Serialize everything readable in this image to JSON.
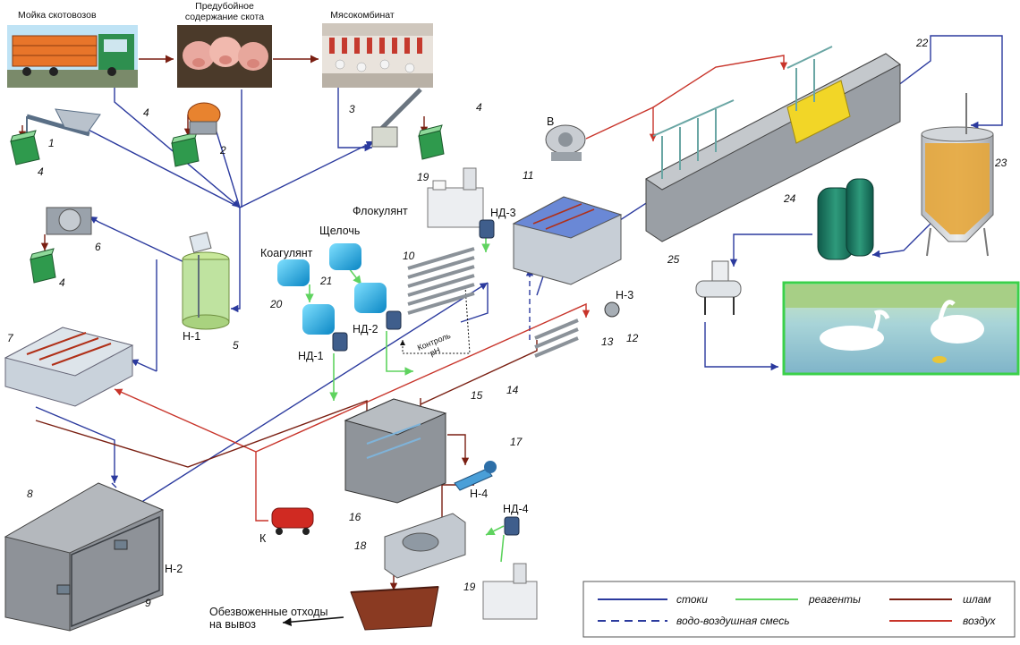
{
  "photos": {
    "truck_wash": "Мойка скотовозов",
    "pre_slaughter_line1": "Предубойное",
    "pre_slaughter_line2": "содержание скота",
    "meat_plant": "Мясокомбинат"
  },
  "chemicals": {
    "coagulant": "Коагулянт",
    "alkali": "Щелочь",
    "flocculant": "Флокулянт",
    "ph_control_line1": "Контроль",
    "ph_control_line2": "pH"
  },
  "equipment_tags": {
    "n1": "Н-1",
    "n2": "Н-2",
    "n3": "Н-3",
    "n4": "Н-4",
    "nd1": "НД-1",
    "nd2": "НД-2",
    "nd3": "НД-3",
    "nd4": "НД-4",
    "blower": "В",
    "compressor": "К"
  },
  "numbers": [
    "1",
    "2",
    "3",
    "4",
    "4",
    "4",
    "4",
    "5",
    "6",
    "7",
    "8",
    "9",
    "10",
    "11",
    "12",
    "13",
    "14",
    "15",
    "16",
    "17",
    "18",
    "19",
    "19",
    "20",
    "21",
    "22",
    "23",
    "24",
    "25"
  ],
  "output": {
    "line1": "Обезвоженные отходы",
    "line2": "на вывоз"
  },
  "legend": {
    "wastewater": "стоки",
    "reagents": "реагенты",
    "sludge": "шлам",
    "water_air": "водо-воздушная смесь",
    "air": "воздух"
  },
  "colors": {
    "wastewater": "#2b3a9e",
    "reagents": "#5fd35f",
    "sludge": "#7a1f12",
    "air": "#c8342a"
  }
}
